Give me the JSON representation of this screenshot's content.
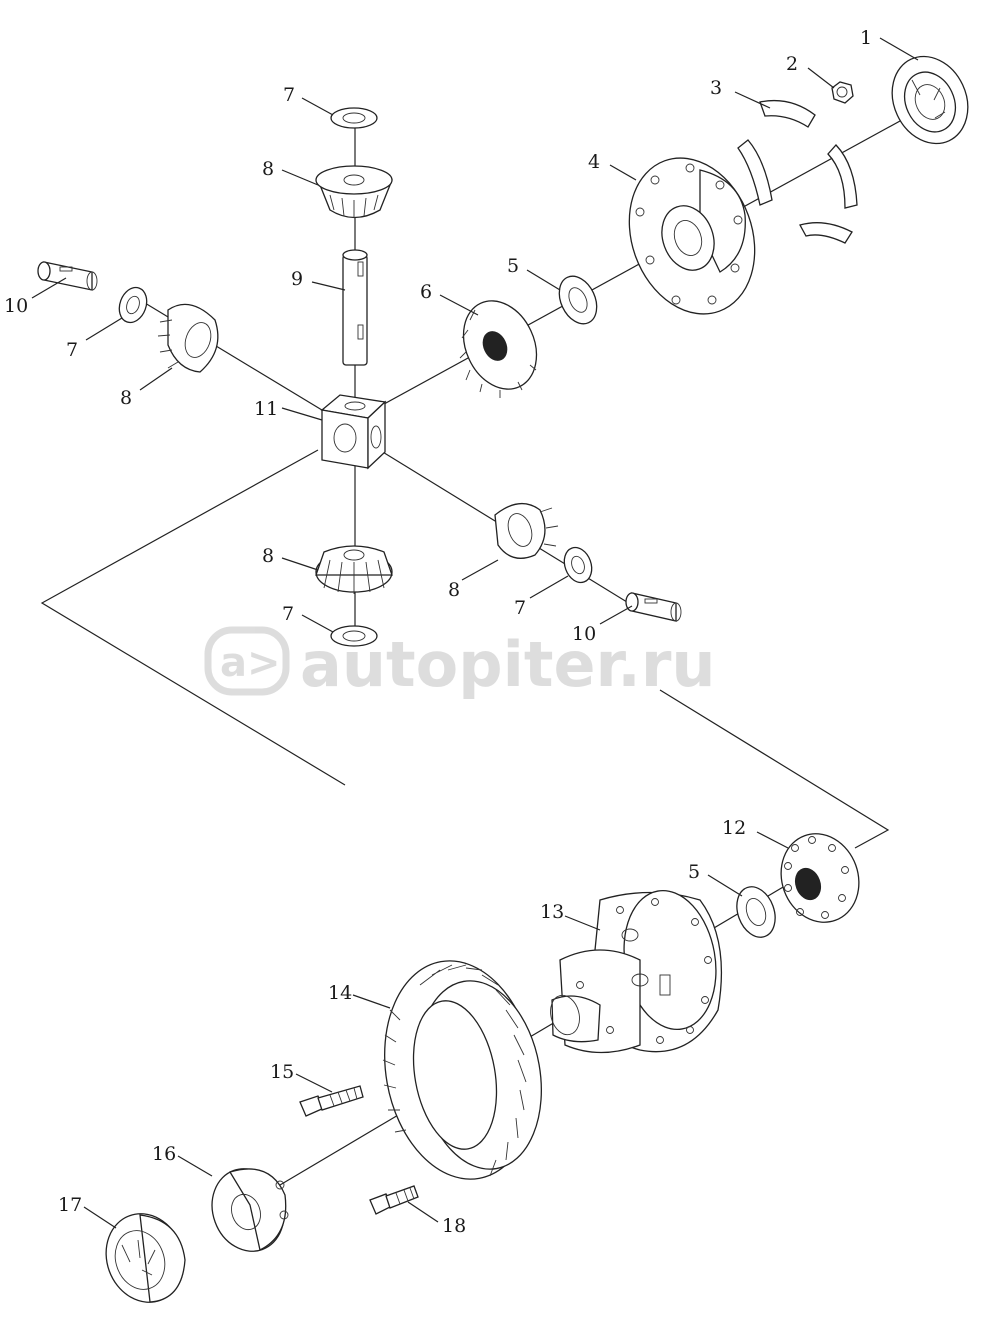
{
  "diagram": {
    "callouts": {
      "c1": "1",
      "c2": "2",
      "c3": "3",
      "c4": "4",
      "c5a": "5",
      "c6": "6",
      "c7a": "7",
      "c8a": "8",
      "c9": "9",
      "c10a": "10",
      "c7b": "7",
      "c8b": "8",
      "c11": "11",
      "c8c": "8",
      "c7c": "7",
      "c8d": "8",
      "c7d": "7",
      "c10b": "10",
      "c12": "12",
      "c5b": "5",
      "c13": "13",
      "c14": "14",
      "c15": "15",
      "c16": "16",
      "c17": "17",
      "c18": "18"
    },
    "watermark": {
      "logo": "a>",
      "text": "autopiter.ru"
    }
  }
}
